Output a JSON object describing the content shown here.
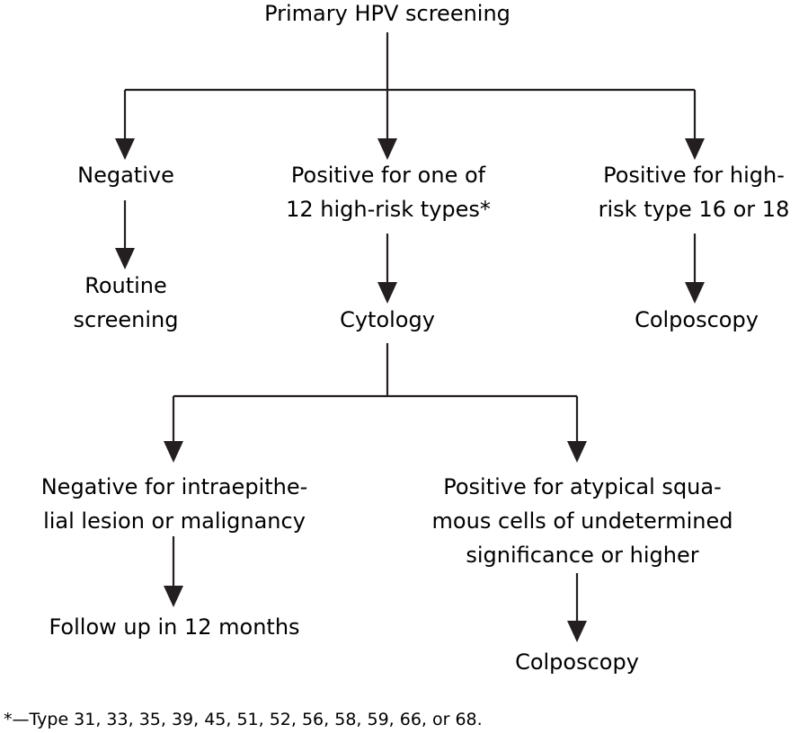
{
  "nodes": {
    "root": {
      "lines": [
        "Primary HPV screening"
      ]
    },
    "negative": {
      "lines": [
        "Negative"
      ]
    },
    "positive_12": {
      "lines": [
        "Positive for one of",
        "12 high-risk types*"
      ]
    },
    "positive_16_18": {
      "lines": [
        "Positive for high-",
        "risk type 16 or 18"
      ]
    },
    "routine": {
      "lines": [
        "Routine",
        "screening"
      ]
    },
    "cytology": {
      "lines": [
        "Cytology"
      ]
    },
    "colposcopy_a": {
      "lines": [
        "Colposcopy"
      ]
    },
    "negative_lesion": {
      "lines": [
        "Negative for intraepithe-",
        "lial lesion or malignancy"
      ]
    },
    "positive_ascus": {
      "lines": [
        "Positive for atypical squa-",
        "mous cells of undetermined",
        "significance or higher"
      ]
    },
    "follow_up": {
      "lines": [
        "Follow up in 12 months"
      ]
    },
    "colposcopy_b": {
      "lines": [
        "Colposcopy"
      ]
    }
  },
  "edges": [
    {
      "from": "root",
      "to": "negative"
    },
    {
      "from": "root",
      "to": "positive_12"
    },
    {
      "from": "root",
      "to": "positive_16_18"
    },
    {
      "from": "negative",
      "to": "routine"
    },
    {
      "from": "positive_12",
      "to": "cytology"
    },
    {
      "from": "positive_16_18",
      "to": "colposcopy_a"
    },
    {
      "from": "cytology",
      "to": "negative_lesion"
    },
    {
      "from": "cytology",
      "to": "positive_ascus"
    },
    {
      "from": "negative_lesion",
      "to": "follow_up"
    },
    {
      "from": "positive_ascus",
      "to": "colposcopy_b"
    }
  ],
  "footnote": "*—Type 31, 33, 35, 39, 45, 51, 52, 56, 58, 59, 66, or 68.",
  "colors": {
    "ink": "#231f20",
    "background": "#ffffff"
  }
}
